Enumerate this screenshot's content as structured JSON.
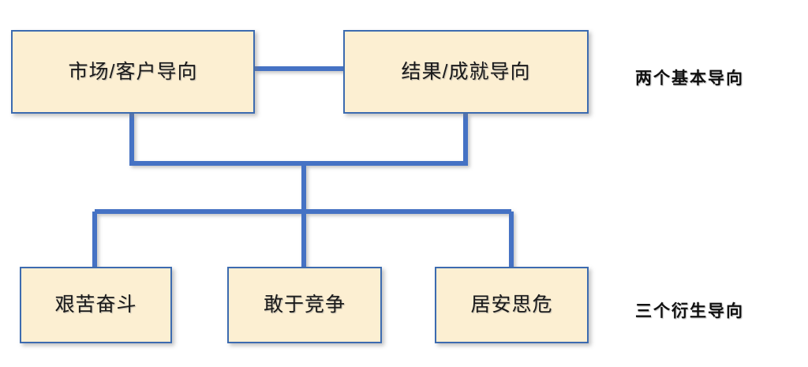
{
  "diagram": {
    "title_top_right": "两个基本导向",
    "title_bottom_right": "三个衍生导向",
    "palette": {
      "node_fill": "#fcefd2",
      "node_border": "#3c6bb0",
      "connector": "#4472c4",
      "text": "#1a1a1a",
      "background": "#ffffff"
    },
    "top_nodes": [
      {
        "id": "market",
        "label": "市场/客户导向"
      },
      {
        "id": "result",
        "label": "结果/成就导向"
      }
    ],
    "bottom_nodes": [
      {
        "id": "struggle",
        "label": "艰苦奋斗"
      },
      {
        "id": "compete",
        "label": "敢于竞争"
      },
      {
        "id": "vigilant",
        "label": "居安思危"
      }
    ],
    "connections": [
      {
        "from": "market",
        "to": "result",
        "type": "horizontal-sibling"
      },
      {
        "from": "market",
        "to": "trunk",
        "type": "elbow-down"
      },
      {
        "from": "result",
        "to": "trunk",
        "type": "elbow-down"
      },
      {
        "from": "trunk",
        "to": "struggle",
        "type": "elbow-down"
      },
      {
        "from": "trunk",
        "to": "compete",
        "type": "straight-down"
      },
      {
        "from": "trunk",
        "to": "vigilant",
        "type": "elbow-down"
      }
    ]
  }
}
